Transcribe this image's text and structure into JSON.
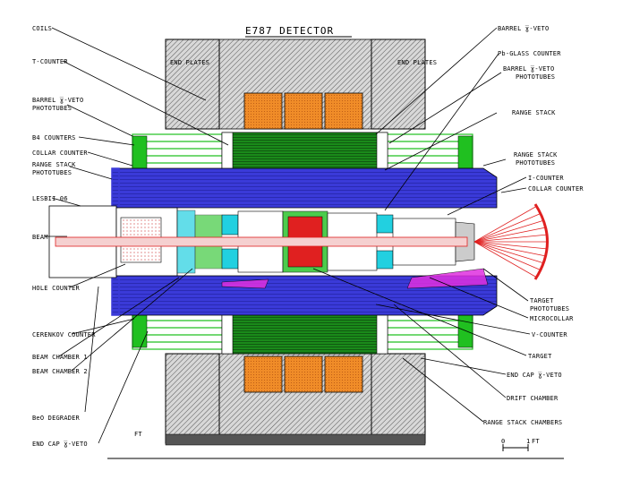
{
  "title": "E787 DETECTOR",
  "labels_left": [
    {
      "id": "coils",
      "text": "COILS"
    },
    {
      "id": "t-counter",
      "text": "T-COUNTER"
    },
    {
      "id": "barrel-veto-phototubes",
      "text": "BARREL ̅ɣ-VETO"
    },
    {
      "id": "barrel-veto-phototubes-2",
      "text": "PHOTOTUBES"
    },
    {
      "id": "b4-counters",
      "text": "B4 COUNTERS"
    },
    {
      "id": "collar-counter-left",
      "text": "COLLAR COUNTER"
    },
    {
      "id": "range-stack-phototubes-left",
      "text": "RANGE STACK"
    },
    {
      "id": "range-stack-phototubes-left-2",
      "text": "PHOTOTUBES"
    },
    {
      "id": "lesbii-06",
      "text": "LESBII 06"
    },
    {
      "id": "beam",
      "text": "BEAM"
    },
    {
      "id": "hole-counter",
      "text": "HOLE COUNTER"
    },
    {
      "id": "cerenkov-counter",
      "text": "CERENKOV COUNTER"
    },
    {
      "id": "beam-chamber-1",
      "text": "BEAM CHAMBER 1"
    },
    {
      "id": "beam-chamber-2",
      "text": "BEAM CHAMBER 2"
    },
    {
      "id": "beo-degrader",
      "text": "BeO DEGRADER"
    },
    {
      "id": "end-cap-veto-left",
      "text": "END CAP ̅ɣ-VETO"
    }
  ],
  "labels_right": [
    {
      "id": "barrel-veto",
      "text": "BARREL ̅ɣ-VETO"
    },
    {
      "id": "pb-glass-counter",
      "text": "Pb-GLASS COUNTER"
    },
    {
      "id": "barrel-veto-phototubes-r",
      "text": "BARREL ̅ɣ-VETO"
    },
    {
      "id": "barrel-veto-phototubes-r2",
      "text": "PHOTOTUBES"
    },
    {
      "id": "range-stack",
      "text": "RANGE STACK"
    },
    {
      "id": "range-stack-phototubes-r",
      "text": "RANGE STACK"
    },
    {
      "id": "range-stack-phototubes-r2",
      "text": "PHOTOTUBES"
    },
    {
      "id": "i-counter",
      "text": "I-COUNTER"
    },
    {
      "id": "collar-counter-right",
      "text": "COLLAR COUNTER"
    },
    {
      "id": "target-phototubes",
      "text": "TARGET"
    },
    {
      "id": "target-phototubes-2",
      "text": "PHOTOTUBES"
    },
    {
      "id": "microcollar",
      "text": "MICROCOLLAR"
    },
    {
      "id": "v-counter",
      "text": "V-COUNTER"
    },
    {
      "id": "target",
      "text": "TARGET"
    },
    {
      "id": "end-cap-veto-right",
      "text": "END CAP ̅ɣ-VETO"
    },
    {
      "id": "drift-chamber",
      "text": "DRIFT CHAMBER"
    },
    {
      "id": "range-stack-chambers",
      "text": "RANGE STACK CHAMBERS"
    }
  ],
  "end_plates": "END PLATES",
  "scale_label": "FT",
  "scale_zero": "0",
  "scale_one": "1",
  "colors": {
    "iron": "#9a9a9a",
    "coil": "#f08c28",
    "range_stack": "#1a8a1a",
    "drift_chamber": "#3a3ad8",
    "collar": "#ffffff",
    "cyan": "#22d0e0",
    "magenta": "#e030e0",
    "red": "#e02020",
    "phototube_green": "#20c020"
  }
}
